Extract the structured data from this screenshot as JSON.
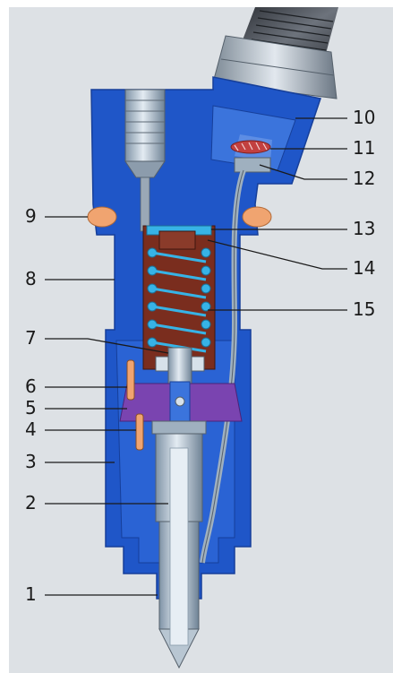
{
  "diagram": {
    "callouts": [
      {
        "number": "1"
      },
      {
        "number": "2"
      },
      {
        "number": "3"
      },
      {
        "number": "4"
      },
      {
        "number": "5"
      },
      {
        "number": "6"
      },
      {
        "number": "7"
      },
      {
        "number": "8"
      },
      {
        "number": "9"
      },
      {
        "number": "10"
      },
      {
        "number": "11"
      },
      {
        "number": "12"
      },
      {
        "number": "13"
      },
      {
        "number": "14"
      },
      {
        "number": "15"
      }
    ]
  },
  "colors": {
    "background": "#dde1e5",
    "body_blue": "#1f56c8",
    "body_blue_dark": "#163f9a",
    "cavity_blue": "#3b74dc",
    "steel": "#9fb0bf",
    "steel_light": "#d7e1ea",
    "spring_coil": "#37b3e6",
    "spring_core": "#7a2d1e",
    "purple_ring": "#7a44b0",
    "orange_seal": "#f0a470",
    "thread_dark": "#3b3f45"
  }
}
